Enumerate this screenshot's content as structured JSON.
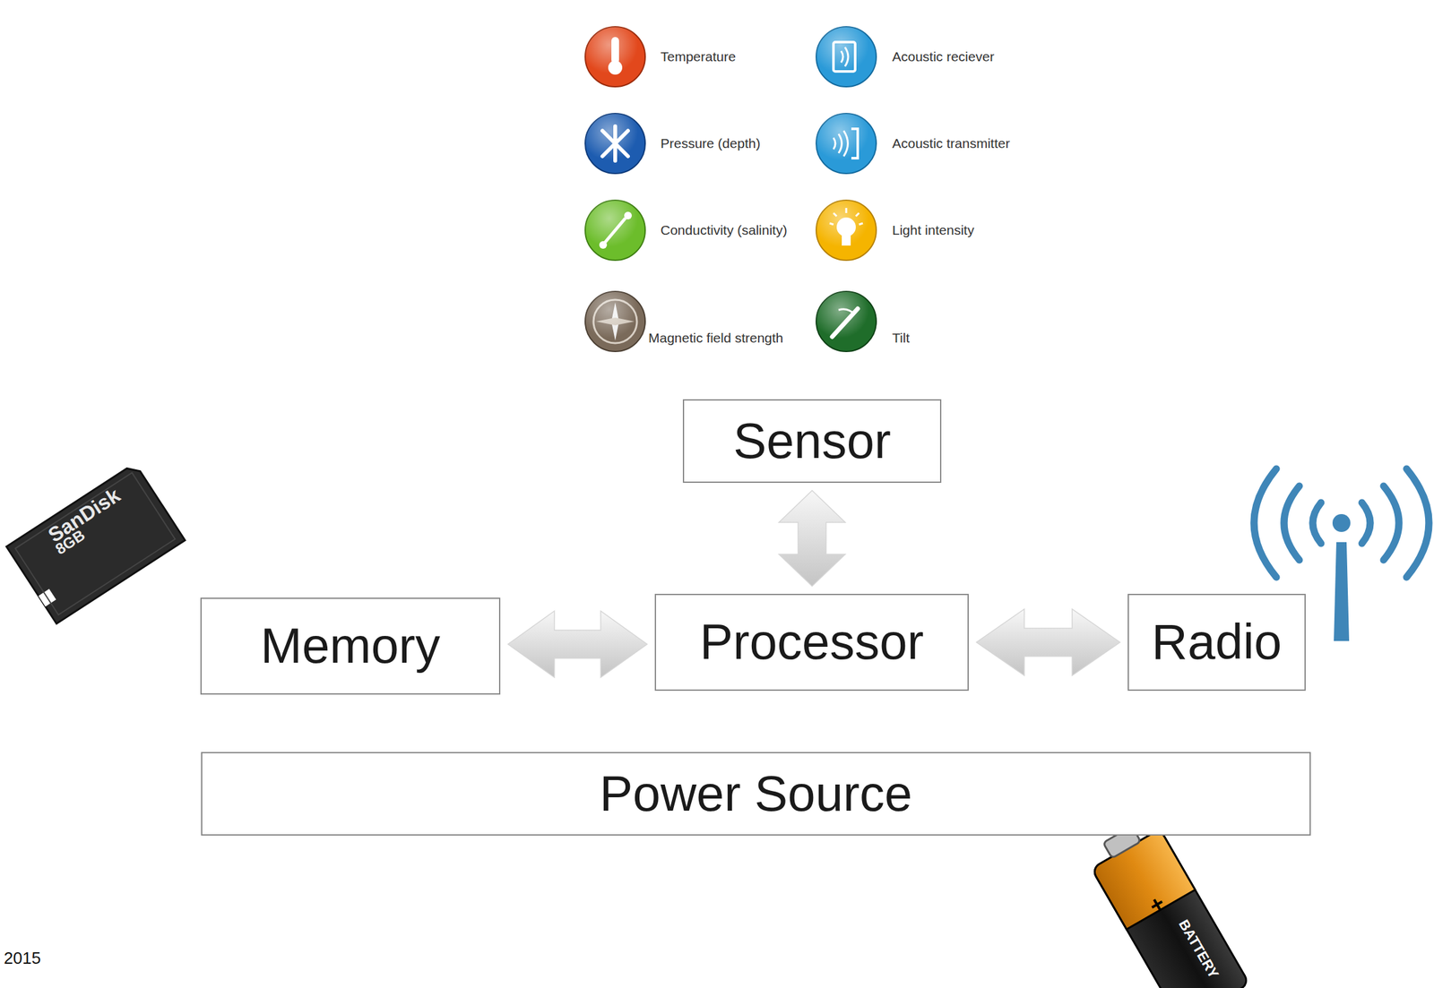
{
  "diagram": {
    "nodes": [
      {
        "text": [
          "Sensor"
        ]
      },
      {
        "text": [
          "Memory"
        ]
      },
      {
        "text": [
          "Processor"
        ]
      },
      {
        "text": [
          "Radio"
        ]
      },
      {
        "text": [
          "Power Source"
        ]
      }
    ],
    "edges": [
      {
        "from": 0,
        "to": 2,
        "arrow": "both"
      },
      {
        "from": 1,
        "to": 2,
        "arrow": "both"
      },
      {
        "from": 2,
        "to": 3,
        "arrow": "both"
      }
    ],
    "labels": [
      "Temperature",
      "Acoustic reciever",
      "Pressure (depth)",
      "Acoustic transmitter",
      "Conductivity (salinity)",
      "Light intensity",
      "Magnetic field strength",
      "Tilt",
      "SanDisk",
      "8GB",
      "+",
      "BATTERY",
      "2015"
    ]
  }
}
